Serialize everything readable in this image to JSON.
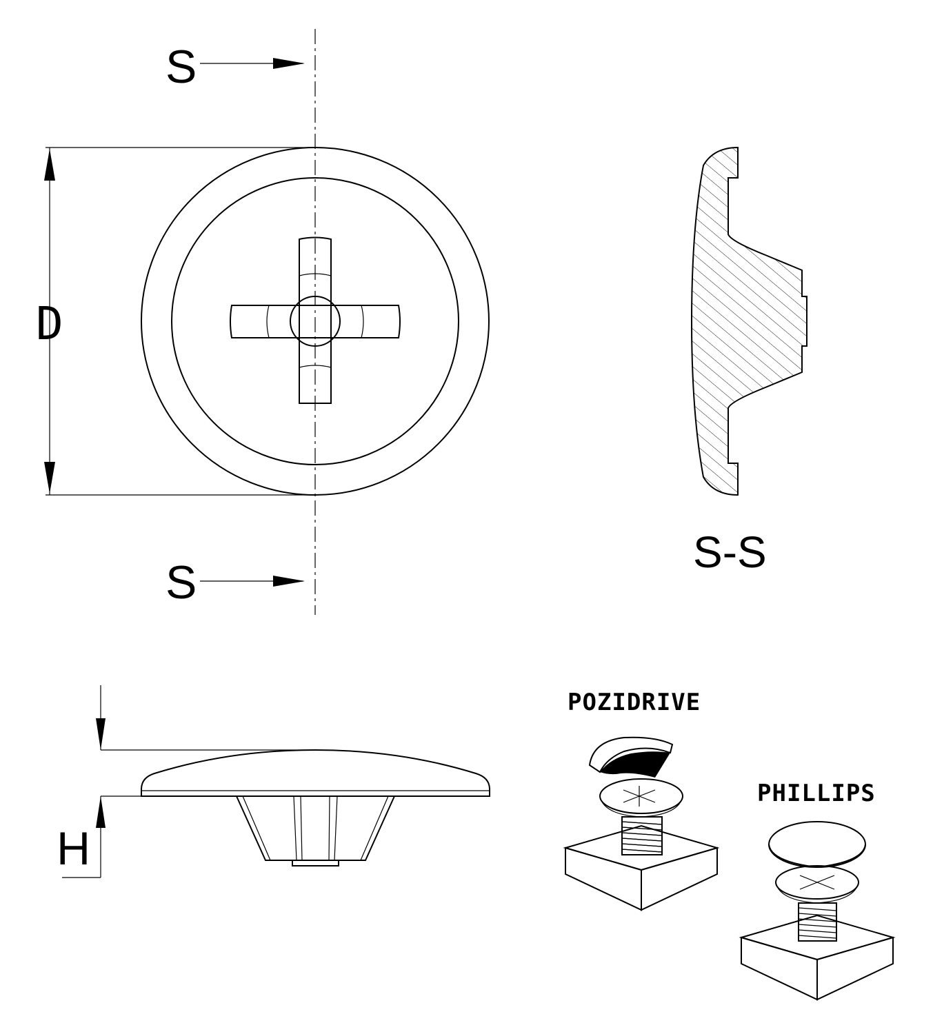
{
  "labels": {
    "section_top": "S",
    "section_bottom": "S",
    "section_view": "S-S",
    "diameter": "D",
    "height": "H",
    "pozidrive": "POZIDRIVE",
    "phillips": "PHILLIPS"
  }
}
